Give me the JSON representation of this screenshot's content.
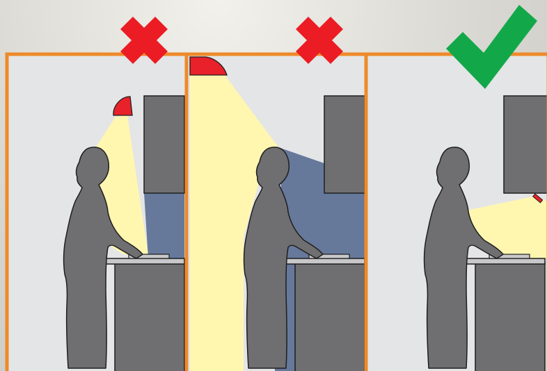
{
  "figure": {
    "type": "kitchen-lighting-comparison",
    "panels": [
      {
        "id": "ceiling-pendant-light",
        "verdict": "incorrect",
        "verdict_icon": "red-cross-icon",
        "light_source": "pendant-lamp-icon",
        "worktop": "shadowed"
      },
      {
        "id": "ceiling-wall-light",
        "verdict": "incorrect",
        "verdict_icon": "red-cross-icon",
        "light_source": "ceiling-lamp-icon",
        "worktop": "shadowed"
      },
      {
        "id": "under-cabinet-light",
        "verdict": "correct",
        "verdict_icon": "green-check-icon",
        "light_source": "under-cabinet-strip-icon",
        "worktop": "lit"
      }
    ]
  },
  "colors": {
    "panel_frame": "#ee8a2a",
    "panel_background": "#e4e5e6",
    "cabinet": "#6f6f71",
    "figure": "#6f6f71",
    "light_beam": "#fff7b0",
    "shadow": "#66799b",
    "lamp": "#e8212a",
    "cross": "#ec1c24",
    "check": "#12a84a"
  }
}
